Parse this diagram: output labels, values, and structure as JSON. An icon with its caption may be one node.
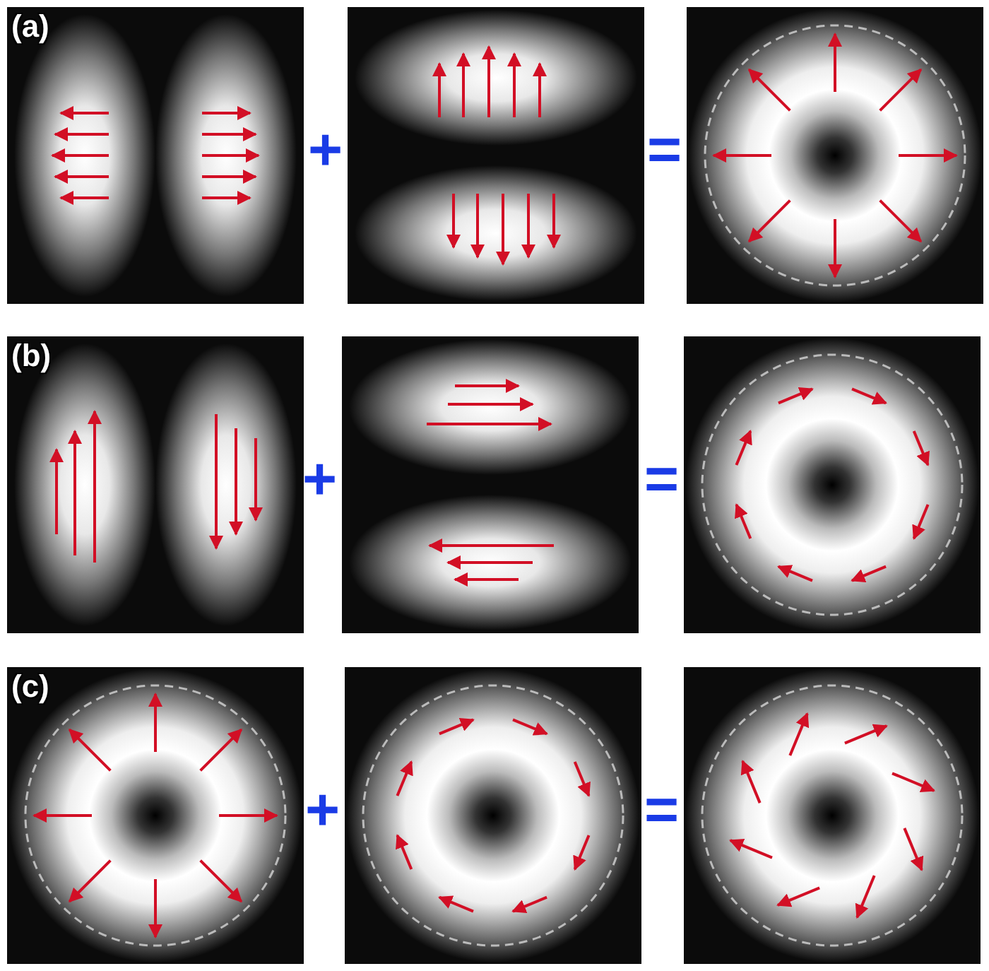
{
  "diagram": {
    "labels": [
      "(a)",
      "+",
      "=",
      "(b)",
      "+",
      "=",
      "(c)",
      "+",
      "="
    ]
  }
}
